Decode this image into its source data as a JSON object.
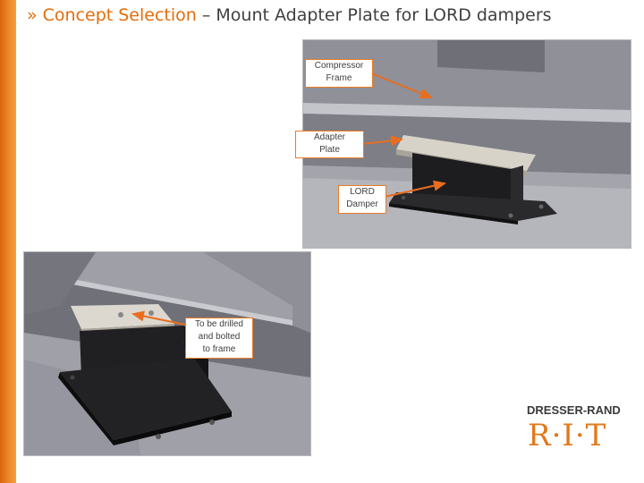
{
  "header": {
    "bullet": "»",
    "title_accent": "Concept Selection",
    "title_rest": " – Mount Adapter Plate for LORD dampers"
  },
  "callouts": {
    "compressor": {
      "line1": "Compressor",
      "line2": "Frame"
    },
    "adapter": {
      "line1": "Adapter",
      "line2": "Plate"
    },
    "lord": {
      "line1": "LORD",
      "line2": "Damper"
    },
    "drill": {
      "line1": "To be drilled",
      "line2": "and bolted",
      "line3": "to frame"
    }
  },
  "logo": {
    "company": "DRESSER-RAND",
    "school": "R·I·T"
  },
  "colors": {
    "accent": "#e46c0a",
    "callout_border": "#ec7a22",
    "arrow": "#ea6d1f"
  }
}
